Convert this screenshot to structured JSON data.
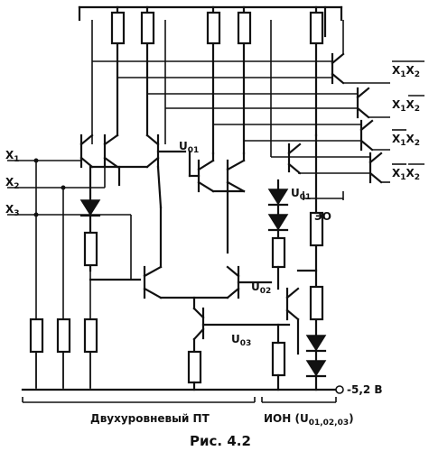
{
  "diagram": {
    "inputs": [
      {
        "name": "X",
        "sub": "1"
      },
      {
        "name": "X",
        "sub": "2"
      },
      {
        "name": "X",
        "sub": "3"
      }
    ],
    "nodes": {
      "u01": {
        "name": "U",
        "sub": "01"
      },
      "u01_right": {
        "name": "U",
        "sub": "01"
      },
      "u02": {
        "name": "U",
        "sub": "02"
      },
      "u03": {
        "name": "U",
        "sub": "03"
      }
    },
    "outputs": [
      {
        "a": "X",
        "as": "1",
        "b": "X",
        "bs": "2",
        "a_bar": true,
        "b_bar": true,
        "over": true
      },
      {
        "a": "X",
        "as": "1",
        "b": "X",
        "bs": "2",
        "a_bar": false,
        "b_bar": true,
        "over": false
      },
      {
        "a": "X",
        "as": "1",
        "b": "X",
        "bs": "2",
        "a_bar": true,
        "b_bar": false,
        "over": false
      },
      {
        "a": "X",
        "as": "1",
        "b": "X",
        "bs": "2",
        "a_bar": true,
        "b_bar": true,
        "over": false
      }
    ],
    "block_labels": {
      "eo": "ЭО",
      "gate": "Двухуровневый ПТ",
      "ion": "ИОН (U",
      "ion_sub": "01,02,03",
      "ion_close": ")",
      "supply": "-5,2 В"
    },
    "caption": "Рис. 4.2"
  }
}
